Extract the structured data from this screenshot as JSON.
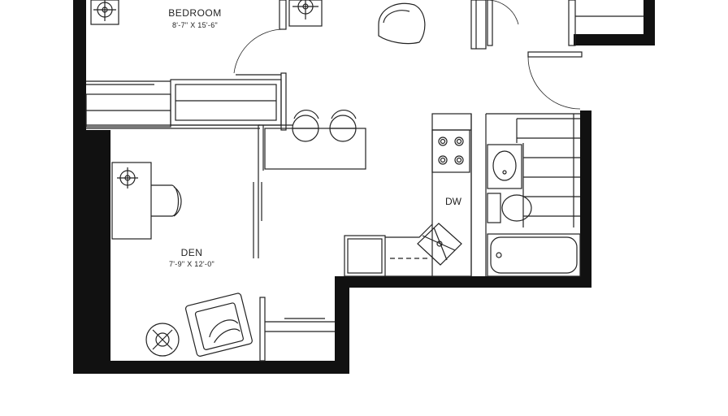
{
  "rooms": {
    "bedroom": {
      "name": "BEDROOM",
      "dimensions": "8'-7\" X 15'-6\""
    },
    "den": {
      "name": "DEN",
      "dimensions": "7'-9\" X 12'-0\""
    }
  },
  "fixtures": {
    "dishwasher": "DW"
  },
  "colors": {
    "wall": "#111111",
    "line": "#222222",
    "background": "#ffffff"
  }
}
